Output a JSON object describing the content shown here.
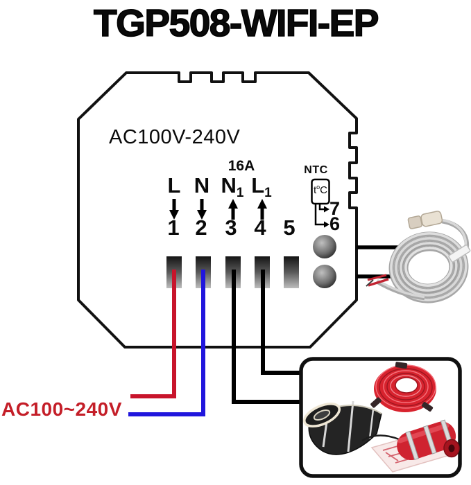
{
  "title": "TGP508-WIFI-EP",
  "device": {
    "voltage_label": "AC100V-240V",
    "amp_rating": "16A",
    "terminals": [
      {
        "label": "L",
        "sub": "",
        "num": "1",
        "direction": "down"
      },
      {
        "label": "N",
        "sub": "",
        "num": "2",
        "direction": "down"
      },
      {
        "label": "N",
        "sub": "1",
        "num": "3",
        "direction": "up"
      },
      {
        "label": "L",
        "sub": "1",
        "num": "4",
        "direction": "up"
      },
      {
        "label": "",
        "sub": "",
        "num": "5",
        "direction": "none"
      }
    ],
    "ntc": {
      "label": "NTC",
      "symbol_base": "t",
      "symbol_sup": "o",
      "symbol_unit": "C",
      "terminal_top": "7",
      "terminal_bottom": "6"
    }
  },
  "power_supply_label": "AC100~240V",
  "colors": {
    "live_wire": "#c8142b",
    "neutral_wire": "#2016dd",
    "load_wire": "#000000",
    "power_label_red": "#c41e28",
    "heating_cable_red": "#d8232e"
  },
  "icons": {
    "sensor_cable": "ntc-floor-sensor-cable-coil",
    "heating_film": "black-heating-film-roll",
    "heating_cable": "red-heating-cable-coil",
    "heating_mat": "red-heating-mat-roll"
  }
}
